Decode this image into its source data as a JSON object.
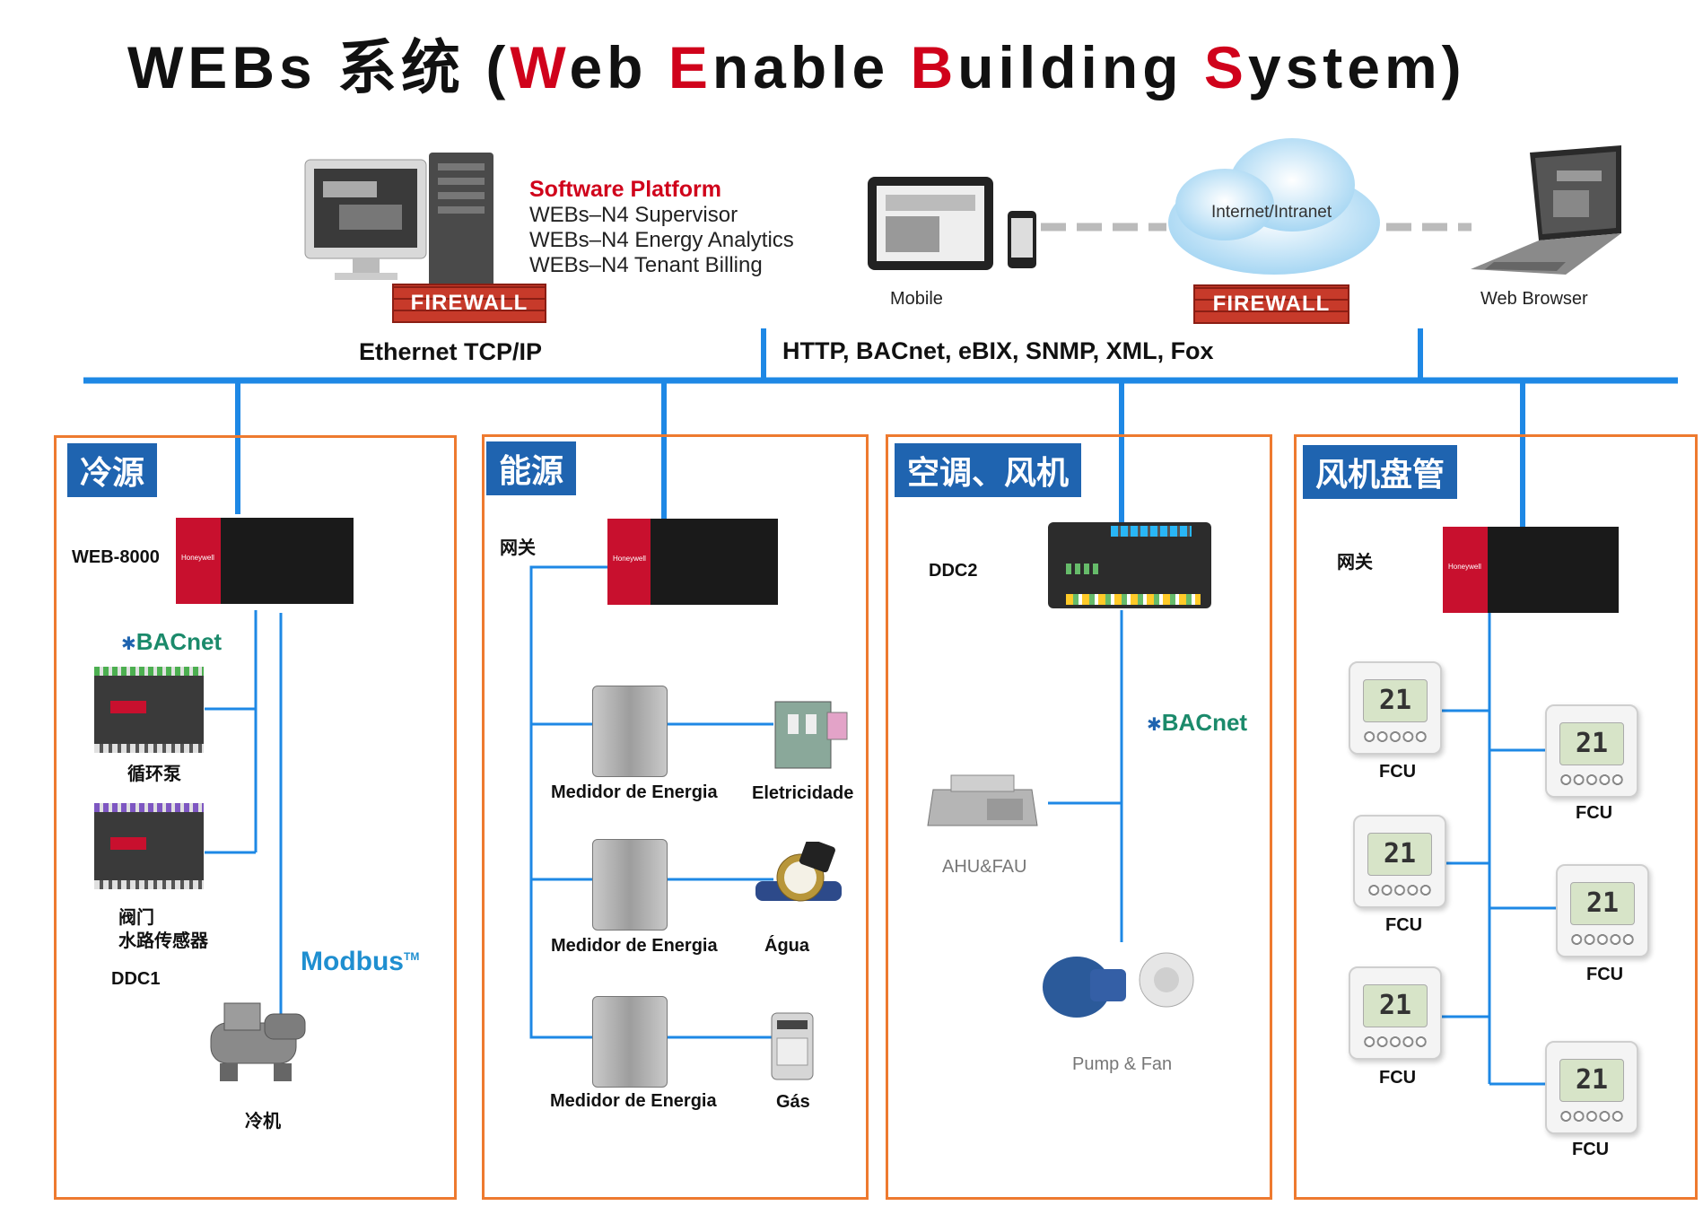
{
  "title": {
    "part1": "WEBs 系统 (",
    "w": "W",
    "w_rest": "eb ",
    "e": "E",
    "e_rest": "nable ",
    "b": "B",
    "b_rest": "uilding ",
    "s": "S",
    "s_rest": "ystem)"
  },
  "software": {
    "heading": "Software Platform",
    "items": [
      "WEBs–N4 Supervisor",
      "WEBs–N4 Energy Analytics",
      "WEBs–N4 Tenant Billing"
    ]
  },
  "firewall_label": "FIREWALL",
  "cloud_label": "Internet/Intranet",
  "mobile_label": "Mobile",
  "browser_label": "Web Browser",
  "protocols": {
    "left": "Ethernet TCP/IP",
    "right": "HTTP, BACnet, eBIX, SNMP, XML, Fox"
  },
  "panels": {
    "chiller": {
      "title": "冷源",
      "controller": "WEB-8000",
      "bacnet": "BACnet",
      "pump": "循环泵",
      "valve_line1": "阀门",
      "valve_line2": "水路传感器",
      "ddc": "DDC1",
      "modbus": "Modbus",
      "modbus_tm": "TM",
      "chiller": "冷机"
    },
    "energy": {
      "title": "能源",
      "gateway": "网关",
      "meters": [
        {
          "meter": "Medidor de Energia",
          "source": "Eletricidade"
        },
        {
          "meter": "Medidor de Energia",
          "source": "Água"
        },
        {
          "meter": "Medidor de Energia",
          "source": "Gás"
        }
      ]
    },
    "hvac": {
      "title": "空调、风机",
      "ddc": "DDC2",
      "bacnet": "BACnet",
      "ahu": "AHU&FAU",
      "pump_fan": "Pump & Fan"
    },
    "fcu": {
      "title": "风机盘管",
      "gateway": "网关",
      "display": "21",
      "units": [
        "FCU",
        "FCU",
        "FCU",
        "FCU",
        "FCU",
        "FCU"
      ]
    }
  },
  "brand": "Honeywell",
  "colors": {
    "accent_red": "#d0021b",
    "bus_blue": "#1e88e5",
    "panel_border": "#ee7a2f",
    "panel_title_bg": "#1f64b0"
  }
}
